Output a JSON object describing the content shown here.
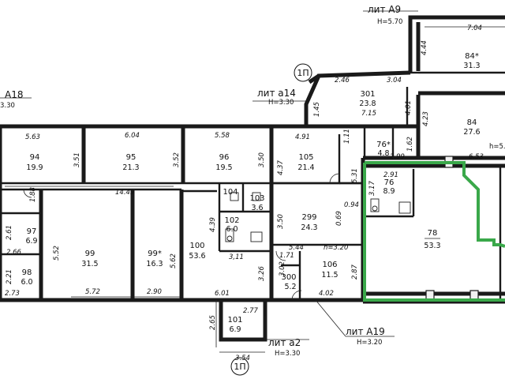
{
  "labels": {
    "lit_a9": "лит А9",
    "lit_a9_h": "H=5.70",
    "lit_a18": "А18",
    "lit_a18_h": "3.30",
    "lit_a14": "лит а14",
    "lit_a14_h": "H=3.30",
    "lit_a19": "лит А19",
    "lit_a19_h": "H=3.20",
    "lit_a2": "лит а2",
    "lit_a2_h": "H=3.30",
    "section_top": "1П",
    "section_bottom": "1П",
    "right_h": "h=5."
  },
  "rooms": [
    {
      "id": "94",
      "area": "19.9"
    },
    {
      "id": "95",
      "area": "21.3"
    },
    {
      "id": "96",
      "area": "19.5"
    },
    {
      "id": "105",
      "area": "21.4"
    },
    {
      "id": "301",
      "area": "23.8"
    },
    {
      "id": "84*",
      "area": "31.3"
    },
    {
      "id": "84",
      "area": "27.6"
    },
    {
      "id": "76*",
      "area": "4.8"
    },
    {
      "id": "76",
      "area": "8.9"
    },
    {
      "id": "78",
      "area": "53.3"
    },
    {
      "id": "104",
      "area": ""
    },
    {
      "id": "103",
      "area": "3.6"
    },
    {
      "id": "102",
      "area": "6.0"
    },
    {
      "id": "299",
      "area": "24.3"
    },
    {
      "id": "97",
      "area": "6.9"
    },
    {
      "id": "98",
      "area": "6.0"
    },
    {
      "id": "99",
      "area": "31.5"
    },
    {
      "id": "99*",
      "area": "16.3"
    },
    {
      "id": "100",
      "area": "53.6"
    },
    {
      "id": "300",
      "area": "5.2"
    },
    {
      "id": "106",
      "area": "11.5"
    },
    {
      "id": "101",
      "area": "6.9"
    }
  ],
  "dimensions": {
    "d_704": "7.04",
    "d_444": "4.44",
    "d_246": "2.46",
    "d_304": "3.04",
    "d_715": "7.15",
    "d_145": "1.45",
    "d_401": "4.01",
    "d_423": "4.23",
    "d_563": "5.63",
    "d_604": "6.04",
    "d_558": "5.58",
    "d_351": "3.51",
    "d_352": "3.52",
    "d_350a": "3.50",
    "d_491": "4.91",
    "d_437": "4.37",
    "d_111": "1.11",
    "d_162": "1.62",
    "d_299": "2.99",
    "d_653": "6.53",
    "d_188": "1.88",
    "d_1449": "14.49",
    "d_531": "5.31",
    "d_291": "2.91",
    "d_317": "3.17",
    "d_439": "4.39",
    "d_350b": "3.50",
    "d_094": "0.94",
    "d_069": "0.69",
    "d_261": "2.61",
    "d_266": "2.66",
    "d_552": "5.52",
    "d_562": "5.62",
    "d_544": "5.44",
    "d_h": "h=3.20",
    "d_311": "3,11",
    "d_171": "1.71",
    "d_326": "3.26",
    "d_302": "3.02",
    "d_287": "2.87",
    "d_221": "2.21",
    "d_273": "2.73",
    "d_572": "5.72",
    "d_290": "2.90",
    "d_601": "6.01",
    "d_402": "4.02",
    "d_265": "2.65",
    "d_277": "2.77",
    "d_354": "3.54"
  },
  "colors": {
    "highlight": "#3aa84a",
    "walls": "#1a1a1a"
  }
}
